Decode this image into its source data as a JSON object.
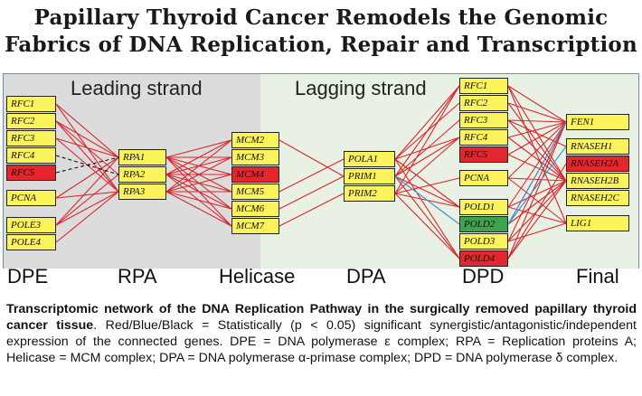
{
  "title": {
    "line1": "Papillary Thyroid Cancer Remodels the Genomic",
    "line2": "Fabrics of DNA Replication, Repair and Transcription"
  },
  "strands": {
    "leading": "Leading strand",
    "lagging": "Lagging strand"
  },
  "columns": {
    "dpe": "DPE",
    "rpa": "RPA",
    "helicase": "Helicase",
    "dpa": "DPA",
    "dpd": "DPD",
    "final": "Final"
  },
  "genes": {
    "dpe_rfc1": "RFC1",
    "dpe_rfc2": "RFC2",
    "dpe_rfc3": "RFC3",
    "dpe_rfc4": "RFC4",
    "dpe_rfc5": "RFC5",
    "dpe_pcna": "PCNA",
    "pole3": "POLE3",
    "pole4": "POLE4",
    "rpa1": "RPA1",
    "rpa2": "RPA2",
    "rpa3": "RPA3",
    "mcm2": "MCM2",
    "mcm3": "MCM3",
    "mcm4": "MCM4",
    "mcm5": "MCM5",
    "mcm6": "MCM6",
    "mcm7": "MCM7",
    "pola1": "POLA1",
    "prim1": "PRIM1",
    "prim2": "PRIM2",
    "dpd_rfc1": "RFC1",
    "dpd_rfc2": "RFC2",
    "dpd_rfc3": "RFC3",
    "dpd_rfc4": "RFC4",
    "dpd_rfc5": "RFC5",
    "dpd_pcna": "PCNA",
    "pold1": "POLD1",
    "pold2": "POLD2",
    "pold3": "POLD3",
    "pold4": "POLD4",
    "fen1": "FEN1",
    "rnaseh1": "RNASEH1",
    "rnaseh2a": "RNASEH2A",
    "rnaseh2b": "RNASEH2B",
    "rnaseh2c": "RNASEH2C",
    "lig1": "LIG1"
  },
  "colors": {
    "up": "#e4262d",
    "down": "#3fa34d",
    "neutral": "#fbf35c",
    "synergistic": "#d9262d",
    "antagonistic": "#3a8fd1",
    "independent": "#111111"
  },
  "caption": {
    "bold": "Transcriptomic network of the DNA Replication Pathway in the surgically removed papillary thyroid cancer tissue",
    "text": ". Red/Blue/Black = Statistically (p < 0.05) significant synergistic/antagonistic/independent expression of the connected genes. DPE = DNA polymerase ε complex; RPA = Replication proteins A; Helicase = MCM complex; DPA = DNA polymerase α-primase complex; DPD = DNA polymerase δ complex."
  }
}
